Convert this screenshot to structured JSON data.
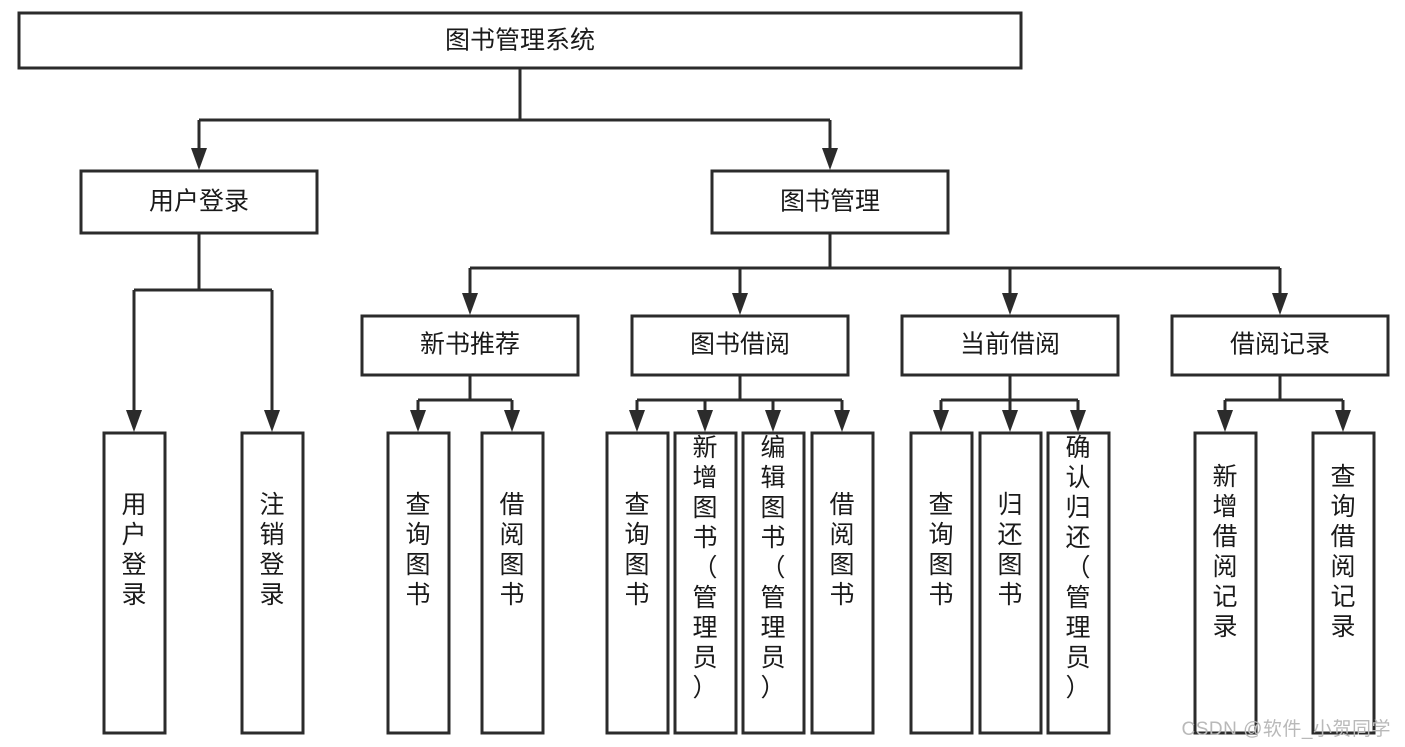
{
  "diagram": {
    "type": "tree-hierarchy",
    "title": "图书管理系统",
    "watermark": "CSDN @软件_小贺同学",
    "colors": {
      "background": "#ffffff",
      "box_fill": "#ffffff",
      "box_stroke": "#2b2b2b",
      "text": "#1a1a1a",
      "watermark": "#b9b9b9"
    },
    "levels": {
      "root": {
        "label": "图书管理系统"
      },
      "level2": [
        {
          "label": "用户登录"
        },
        {
          "label": "图书管理"
        }
      ],
      "level3": [
        {
          "label": "新书推荐"
        },
        {
          "label": "图书借阅"
        },
        {
          "label": "当前借阅"
        },
        {
          "label": "借阅记录"
        }
      ],
      "leaves": [
        {
          "label": "用户登录",
          "parent": "用户登录"
        },
        {
          "label": "注销登录",
          "parent": "用户登录"
        },
        {
          "label": "查询图书",
          "parent": "新书推荐"
        },
        {
          "label": "借阅图书",
          "parent": "新书推荐"
        },
        {
          "label": "查询图书",
          "parent": "图书借阅"
        },
        {
          "label": "新增图书（管理员）",
          "parent": "图书借阅"
        },
        {
          "label": "编辑图书（管理员）",
          "parent": "图书借阅"
        },
        {
          "label": "借阅图书",
          "parent": "图书借阅"
        },
        {
          "label": "查询图书",
          "parent": "当前借阅"
        },
        {
          "label": "归还图书",
          "parent": "当前借阅"
        },
        {
          "label": "确认归还（管理员）",
          "parent": "当前借阅"
        },
        {
          "label": "新增借阅记录",
          "parent": "借阅记录"
        },
        {
          "label": "查询借阅记录",
          "parent": "借阅记录"
        }
      ]
    }
  }
}
